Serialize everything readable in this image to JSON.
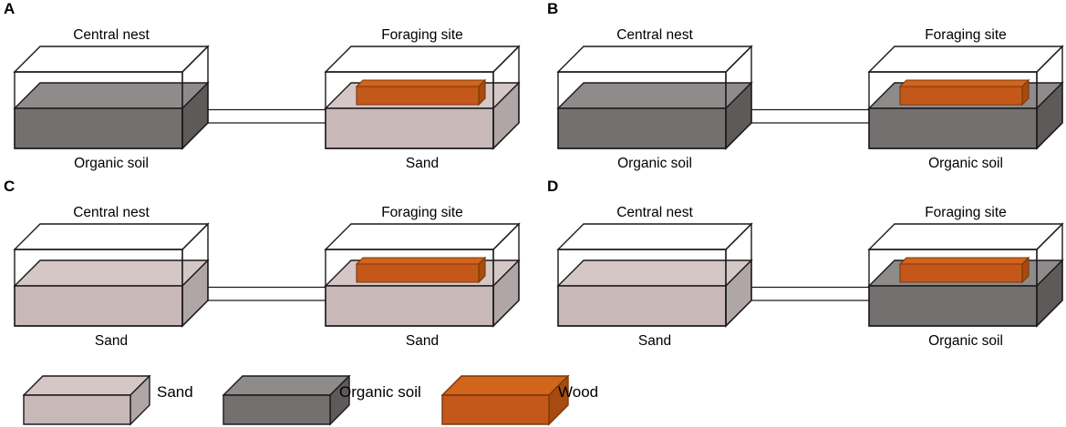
{
  "figure": {
    "background": "#ffffff",
    "outline_color": "#1a1a1a",
    "materials": {
      "sand": {
        "label": "Sand",
        "front": "#c9b8b8",
        "top": "#d4c7c5",
        "side": "#b1a6a6",
        "stroke": "#1a1a1a"
      },
      "organic_soil": {
        "label": "Organic soil",
        "front": "#757070",
        "top": "#8f8b8b",
        "side": "#5f5a5a",
        "stroke": "#1a1a1a"
      },
      "wood": {
        "label": "Wood",
        "front": "#c4581a",
        "top": "#d3641c",
        "side": "#a84b11",
        "stroke": "#7a3808"
      }
    },
    "panels": [
      {
        "letter": "A",
        "left": {
          "title": "Central nest",
          "substrate": "organic_soil",
          "wood": false,
          "caption": "Organic soil"
        },
        "right": {
          "title": "Foraging site",
          "substrate": "sand",
          "wood": true,
          "caption": "Sand"
        }
      },
      {
        "letter": "B",
        "left": {
          "title": "Central nest",
          "substrate": "organic_soil",
          "wood": false,
          "caption": "Organic soil"
        },
        "right": {
          "title": "Foraging site",
          "substrate": "organic_soil",
          "wood": true,
          "caption": "Organic soil"
        }
      },
      {
        "letter": "C",
        "left": {
          "title": "Central nest",
          "substrate": "sand",
          "wood": false,
          "caption": "Sand"
        },
        "right": {
          "title": "Foraging site",
          "substrate": "sand",
          "wood": true,
          "caption": "Sand"
        }
      },
      {
        "letter": "D",
        "left": {
          "title": "Central nest",
          "substrate": "sand",
          "wood": false,
          "caption": "Sand"
        },
        "right": {
          "title": "Foraging site",
          "substrate": "organic_soil",
          "wood": true,
          "caption": "Organic soil"
        }
      }
    ],
    "legend": [
      {
        "material": "sand",
        "label": "Sand"
      },
      {
        "material": "organic_soil",
        "label": "Organic soil"
      },
      {
        "material": "wood",
        "label": "Wood"
      }
    ]
  }
}
